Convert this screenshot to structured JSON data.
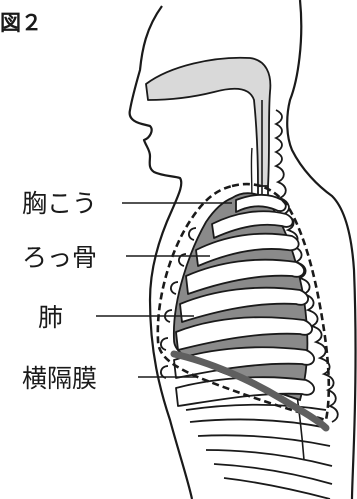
{
  "figure": {
    "title": "図２",
    "labels": {
      "thoracic_cavity": "胸こう",
      "ribs": "ろっ骨",
      "lungs": "肺",
      "diaphragm": "横隔膜"
    }
  },
  "colors": {
    "outline": "#1a1a1a",
    "airway_fill": "#d9d9d9",
    "lung_fill": "#8a8a8a",
    "diaphragm": "#5f5f5f",
    "background": "#ffffff"
  }
}
